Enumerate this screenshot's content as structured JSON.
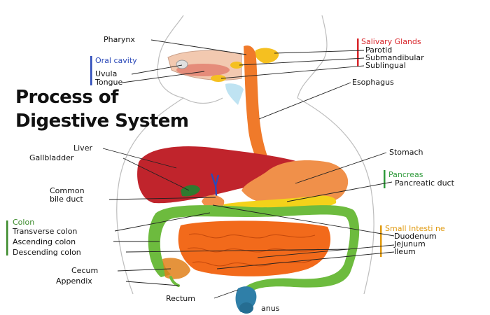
{
  "title_lines": [
    "Process of",
    "Digestive System"
  ],
  "groups": {
    "salivary": "Salivary Glands",
    "oral": "Oral cavity",
    "colon": "Colon",
    "pancreas": "Pancreas",
    "small_intestine": "Small Intesti ne"
  },
  "labels": {
    "pharynx": "Pharynx",
    "uvula": "Uvula",
    "tongue": "Tongue",
    "parotid": "Parotid",
    "submandibular": "Submandibular",
    "sublingual": "Sublingual",
    "esophagus": "Esophagus",
    "liver": "Liver",
    "gallbladder": "Gallbladder",
    "common_bile_duct_1": "Common",
    "common_bile_duct_2": "bile duct",
    "stomach": "Stomach",
    "pancreatic_duct": "Pancreatic duct",
    "transverse_colon": "Transverse colon",
    "ascending_colon": "Ascending colon",
    "descending_colon": "Descending colon",
    "duodenum": "Duodenum",
    "jejunum": "Jejunum",
    "ileum": "Ileum",
    "cecum": "Cecum",
    "appendix": "Appendix",
    "rectum": "Rectum",
    "anus": "anus"
  },
  "colors": {
    "esophagus": "#f07a2a",
    "stomach": "#f0904a",
    "liver": "#c0242c",
    "gallbladder": "#2f7a2f",
    "colon": "#6dbb3e",
    "small_intestine": "#f26a1b",
    "pancreas": "#f3d21a",
    "salivary": "#f5c020",
    "bile_duct": "#2a4ab8",
    "rectum": "#2f7fa8"
  }
}
